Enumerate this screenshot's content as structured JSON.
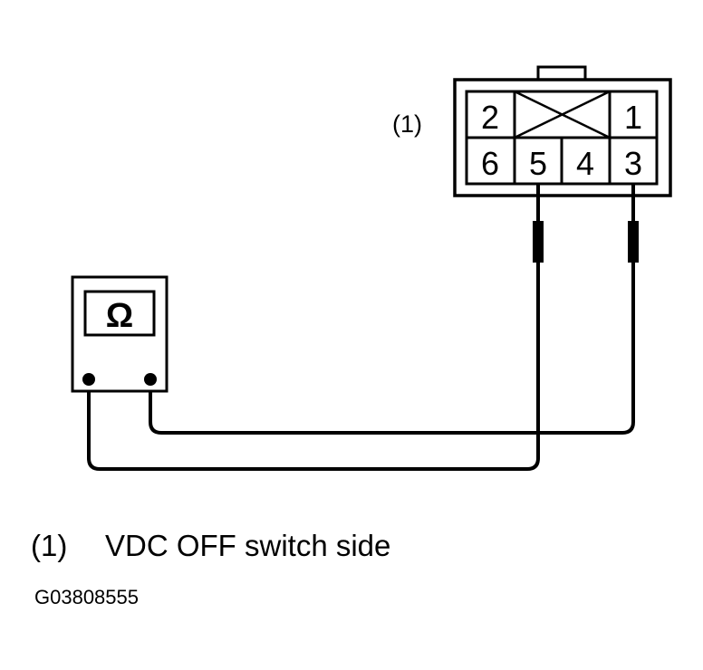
{
  "diagram": {
    "connector": {
      "callout": "(1)",
      "pins_top": [
        "2",
        "",
        "1"
      ],
      "pins_bottom": [
        "6",
        "5",
        "4",
        "3"
      ]
    },
    "meter": {
      "symbol": "Ω"
    },
    "caption": {
      "index": "(1)",
      "text": "VDC OFF switch side"
    },
    "figure_id": "G03808555"
  }
}
